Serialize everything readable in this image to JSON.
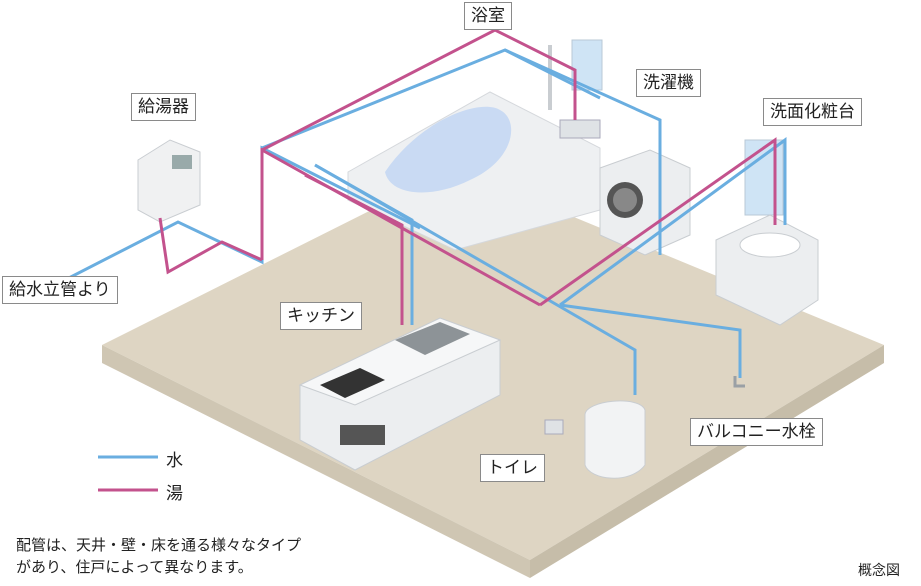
{
  "labels": {
    "bath": "浴室",
    "washer": "洗濯機",
    "water_heater": "給湯器",
    "vanity": "洗面化粧台",
    "water_supply": "給水立管より",
    "kitchen": "キッチン",
    "toilet": "トイレ",
    "balcony_tap": "バルコニー水栓"
  },
  "legend": {
    "water": "水",
    "hot_water": "湯"
  },
  "note": {
    "line1": "配管は、天井・壁・床を通る様々なタイプ",
    "line2": "があり、住戸によって異なります。"
  },
  "concept_label": "概念図",
  "colors": {
    "water_pipe": "#6aaee0",
    "hot_pipe": "#c3528d",
    "floor": "#ded5c3",
    "floor_edge": "#cfc6b3"
  }
}
